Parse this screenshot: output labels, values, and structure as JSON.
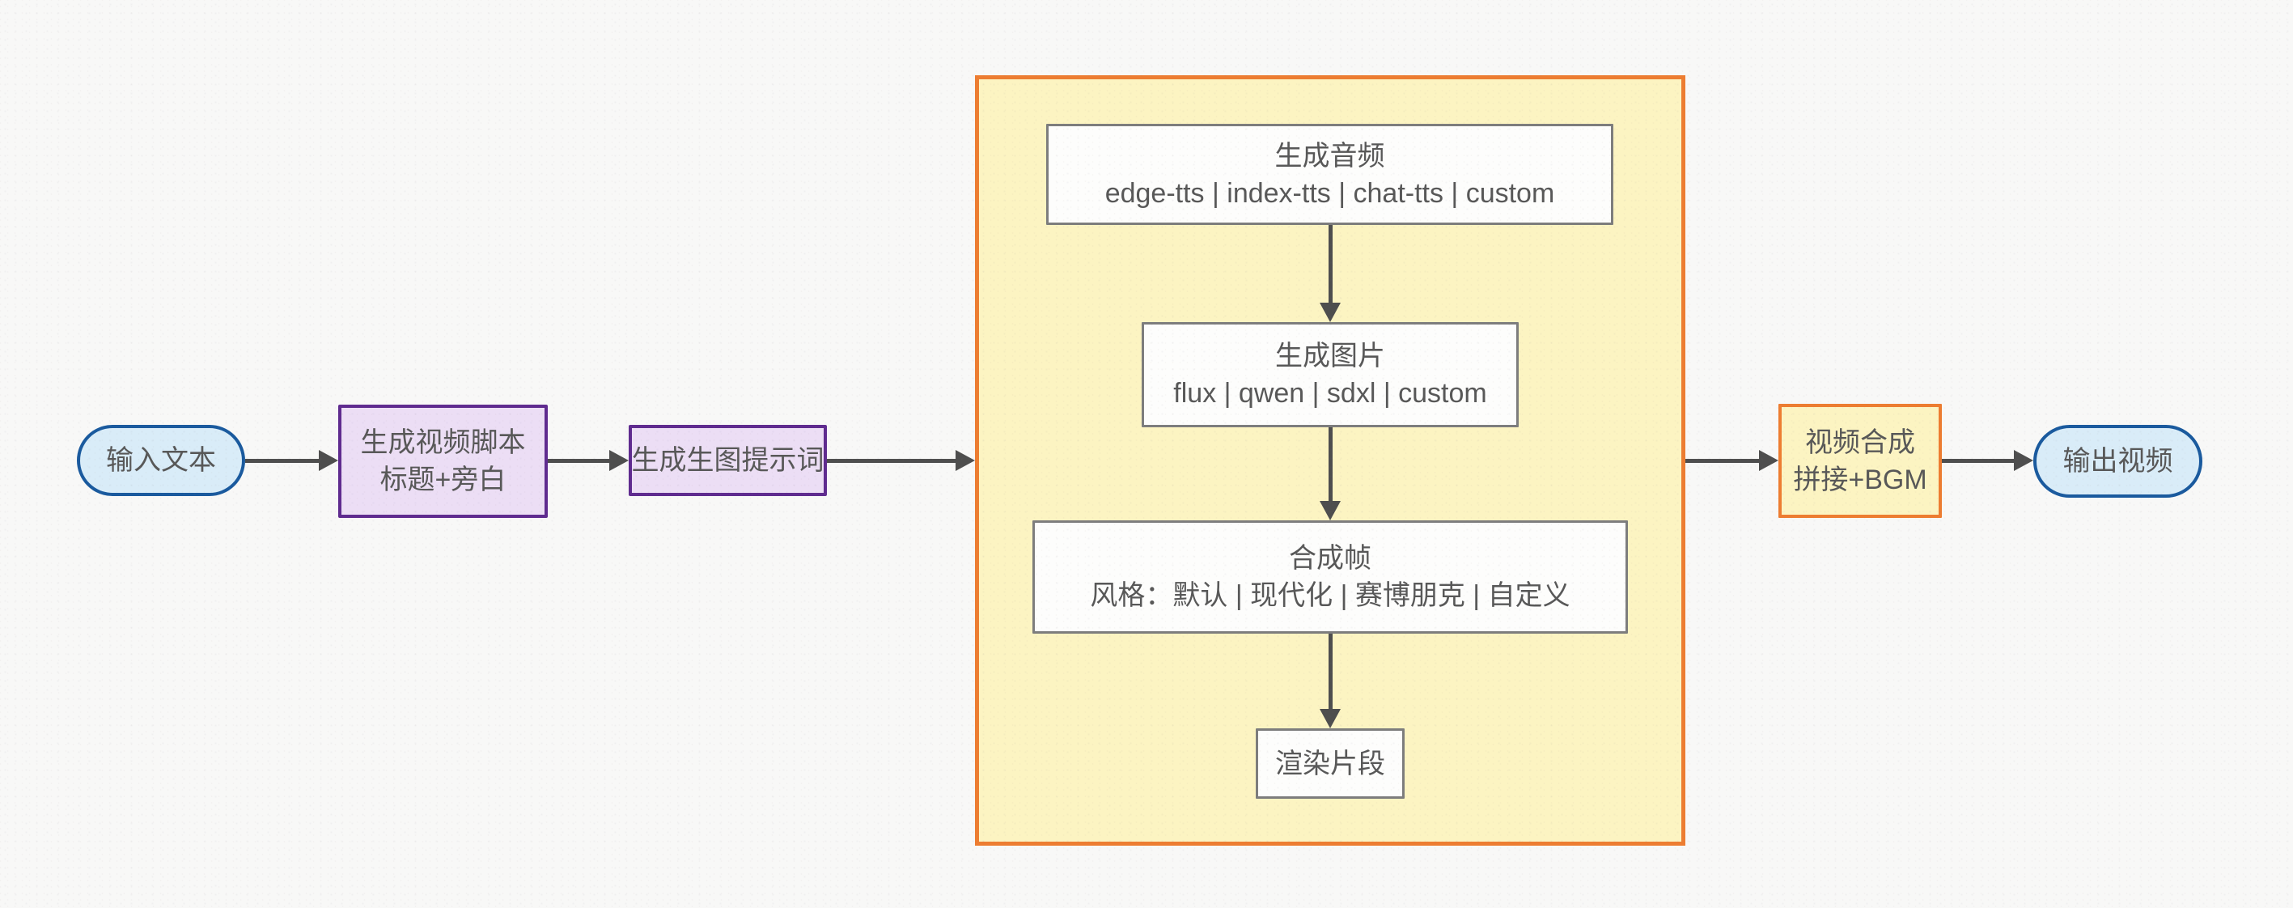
{
  "diagram": {
    "type": "flowchart",
    "direction": "left-to-right",
    "nodes": {
      "input": {
        "label": "输入文本"
      },
      "script": {
        "lines": [
          "生成视频脚本",
          "标题+旁白"
        ]
      },
      "prompt": {
        "label": "生成生图提示词"
      },
      "audio": {
        "lines": [
          "生成音频",
          "edge-tts | index-tts | chat-tts | custom"
        ]
      },
      "image": {
        "lines": [
          "生成图片",
          "flux | qwen | sdxl | custom"
        ]
      },
      "frame": {
        "lines": [
          "合成帧",
          "风格：默认 | 现代化 | 赛博朋克 | 自定义"
        ]
      },
      "render": {
        "label": "渲染片段"
      },
      "merge": {
        "lines": [
          "视频合成",
          "拼接+BGM"
        ]
      },
      "output": {
        "label": "输出视频"
      }
    },
    "edges": [
      [
        "input",
        "script"
      ],
      [
        "script",
        "prompt"
      ],
      [
        "prompt",
        "pipeline-group"
      ],
      [
        "audio",
        "image"
      ],
      [
        "image",
        "frame"
      ],
      [
        "frame",
        "render"
      ],
      [
        "pipeline-group",
        "merge"
      ],
      [
        "merge",
        "output"
      ]
    ],
    "colors": {
      "background": "#f8f8f7",
      "terminal_border": "#1a5a9e",
      "terminal_fill": "#d9ecf8",
      "process_border": "#5f2b8f",
      "process_fill": "#ecdef5",
      "group_border": "#ed7d31",
      "group_fill": "#fcf4c2",
      "step_border": "#7d7d7d",
      "step_fill": "#fdfdfc",
      "arrow": "#4e4e4e",
      "text": "#585858"
    }
  }
}
